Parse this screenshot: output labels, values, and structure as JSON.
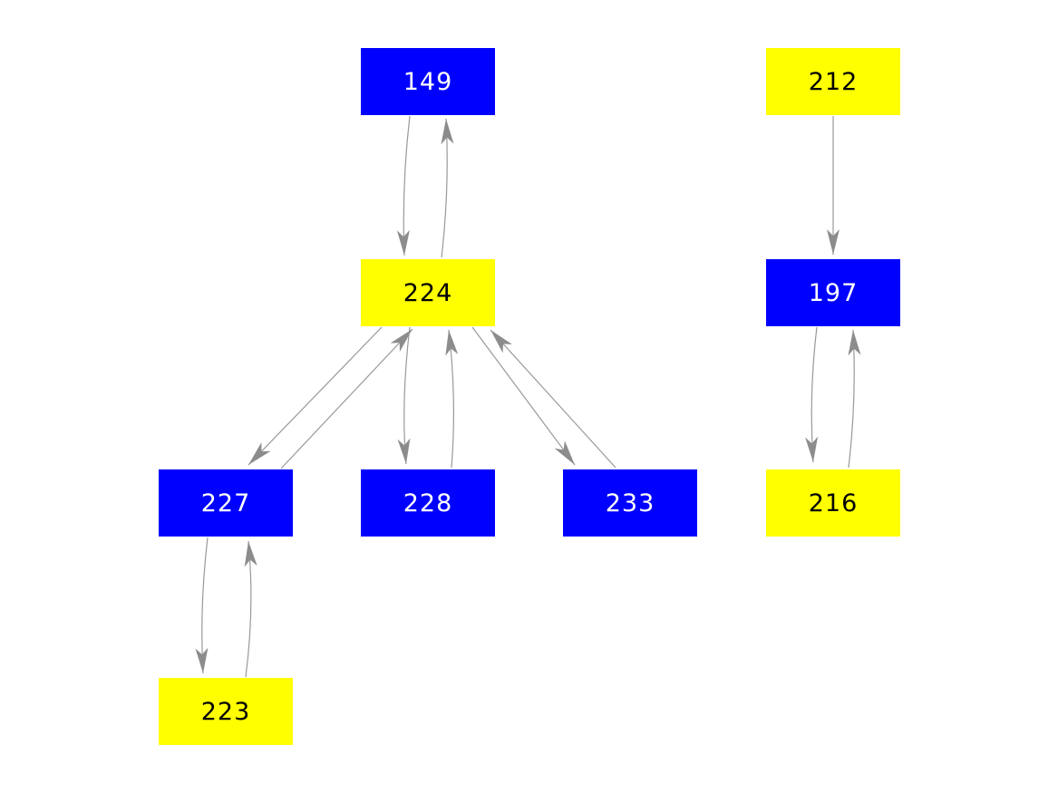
{
  "diagram": {
    "type": "directed-graph",
    "background_color": "#ffffff",
    "node_colors": {
      "blue": "#0000ff",
      "yellow": "#ffff00"
    },
    "text_colors": {
      "on_blue": "#ffffff",
      "on_yellow": "#000000"
    },
    "edge_color": "#999999",
    "arrowhead_color": "#8c8c8c",
    "nodes": [
      {
        "id": "149",
        "label": "149",
        "color": "blue"
      },
      {
        "id": "212",
        "label": "212",
        "color": "yellow"
      },
      {
        "id": "224",
        "label": "224",
        "color": "yellow"
      },
      {
        "id": "197",
        "label": "197",
        "color": "blue"
      },
      {
        "id": "227",
        "label": "227",
        "color": "blue"
      },
      {
        "id": "228",
        "label": "228",
        "color": "blue"
      },
      {
        "id": "233",
        "label": "233",
        "color": "blue"
      },
      {
        "id": "216",
        "label": "216",
        "color": "yellow"
      },
      {
        "id": "223",
        "label": "223",
        "color": "yellow"
      }
    ],
    "edges": [
      {
        "from": "149",
        "to": "224",
        "bidirectional": true
      },
      {
        "from": "212",
        "to": "197",
        "bidirectional": false
      },
      {
        "from": "197",
        "to": "216",
        "bidirectional": true
      },
      {
        "from": "224",
        "to": "227",
        "bidirectional": true
      },
      {
        "from": "224",
        "to": "228",
        "bidirectional": true
      },
      {
        "from": "224",
        "to": "233",
        "bidirectional": true
      },
      {
        "from": "227",
        "to": "223",
        "bidirectional": true
      }
    ]
  }
}
